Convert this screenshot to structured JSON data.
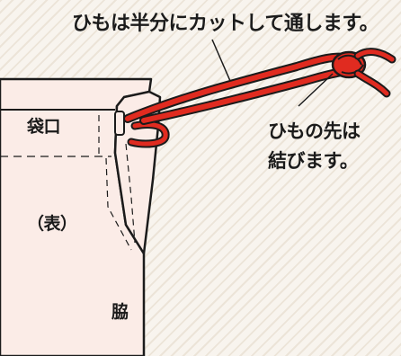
{
  "instructions": {
    "top": "ひもは半分にカットして通します。",
    "side_line1": "ひもの先は",
    "side_line2": "結びます。"
  },
  "labels": {
    "mouth": "袋口",
    "front": "（表）",
    "side_seam": "脇"
  },
  "colors": {
    "fabric": "#fbece7",
    "outline": "#1b1b1b",
    "cord": "#e02b20",
    "background": "#f8f4ee"
  }
}
